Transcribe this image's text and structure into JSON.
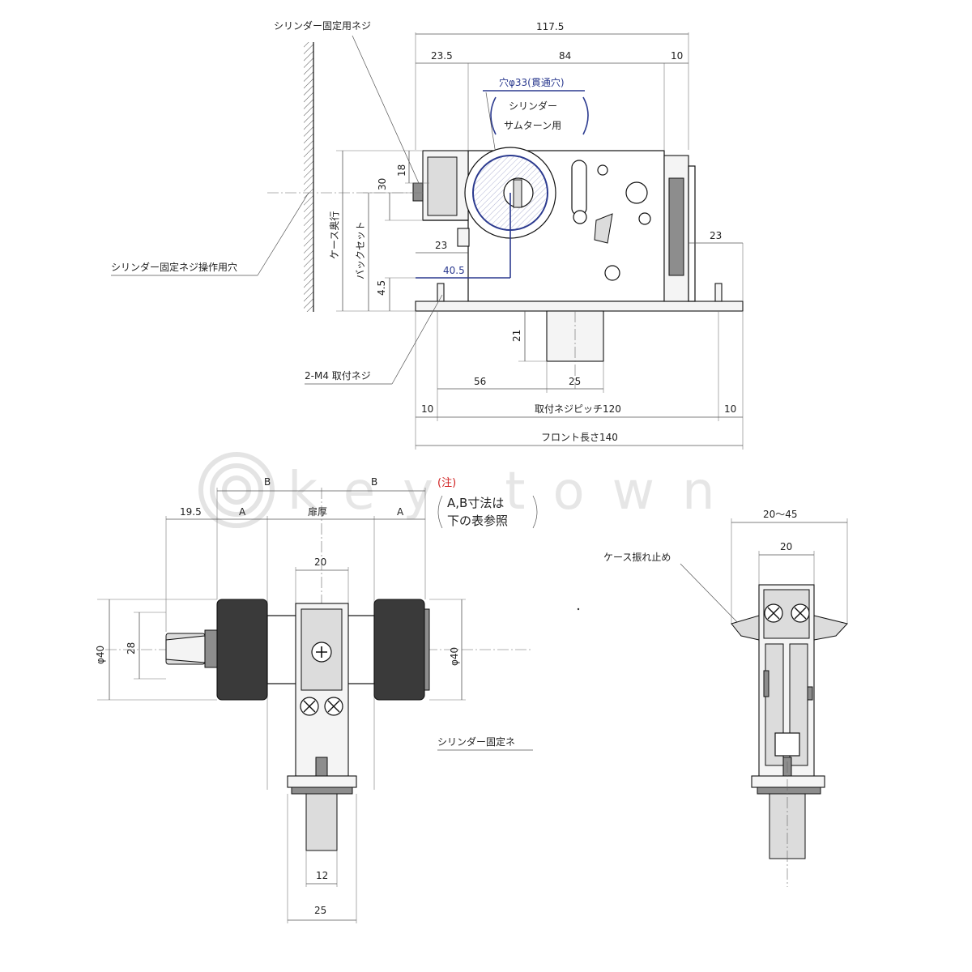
{
  "watermark": "key town",
  "top_view": {
    "dims": {
      "overall": "117.5",
      "left_part": "23.5",
      "mid_part": "84",
      "right_part": "10",
      "d18": "18",
      "d30": "30",
      "d23_left": "23",
      "d40_5": "40.5",
      "d4_5": "4.5",
      "d23_right": "23",
      "d21": "21",
      "d56": "56",
      "d25": "25",
      "d10_left": "10",
      "pitch": "取付ネジピッチ120",
      "d10_right": "10",
      "front_length": "フロント長さ140"
    },
    "labels": {
      "cylinder_screw": "シリンダー固定用ネジ",
      "hole": "穴φ33(貫通穴)",
      "cylinder_line1": "シリンダー",
      "cylinder_line2": "サムターン用",
      "case_depth": "ケース奥行",
      "backset": "バックセット",
      "screw_hole": "シリンダー固定ネジ操作用穴",
      "mount_screw": "2-M4 取付ネジ"
    }
  },
  "front_view": {
    "dims": {
      "b_left": "B",
      "b_right": "B",
      "d19_5": "19.5",
      "a_left": "A",
      "door_thickness": "扉厚",
      "a_right": "A",
      "d20": "20",
      "phi40_left": "φ40",
      "d28": "28",
      "phi40_right": "φ40",
      "d12": "12",
      "d25": "25"
    },
    "note": {
      "mark": "(注)",
      "line1": "A,B寸法は",
      "line2": "下の表参照"
    },
    "labels": {
      "cylinder_screw": "シリンダー固定ネ"
    }
  },
  "side_view": {
    "dims": {
      "range": "20～45",
      "d20": "20"
    },
    "labels": {
      "case_stopper": "ケース振れ止め"
    }
  },
  "colors": {
    "line": "#111111",
    "dimension": "#555555",
    "blue": "#2b3a8f",
    "note_red": "#d02020"
  }
}
